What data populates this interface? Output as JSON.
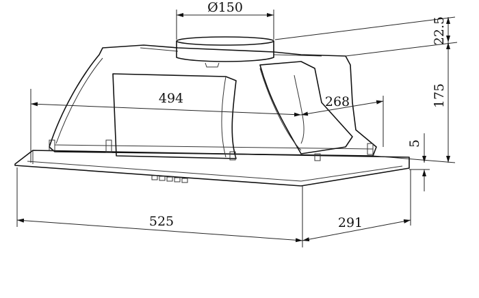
{
  "dimensions": {
    "duct_diameter": "Ø150",
    "duct_height": "22.5",
    "body_height": "175",
    "body_width": "494",
    "body_depth": "268",
    "plate_thickness": "5",
    "plate_width": "525",
    "plate_depth": "291"
  }
}
